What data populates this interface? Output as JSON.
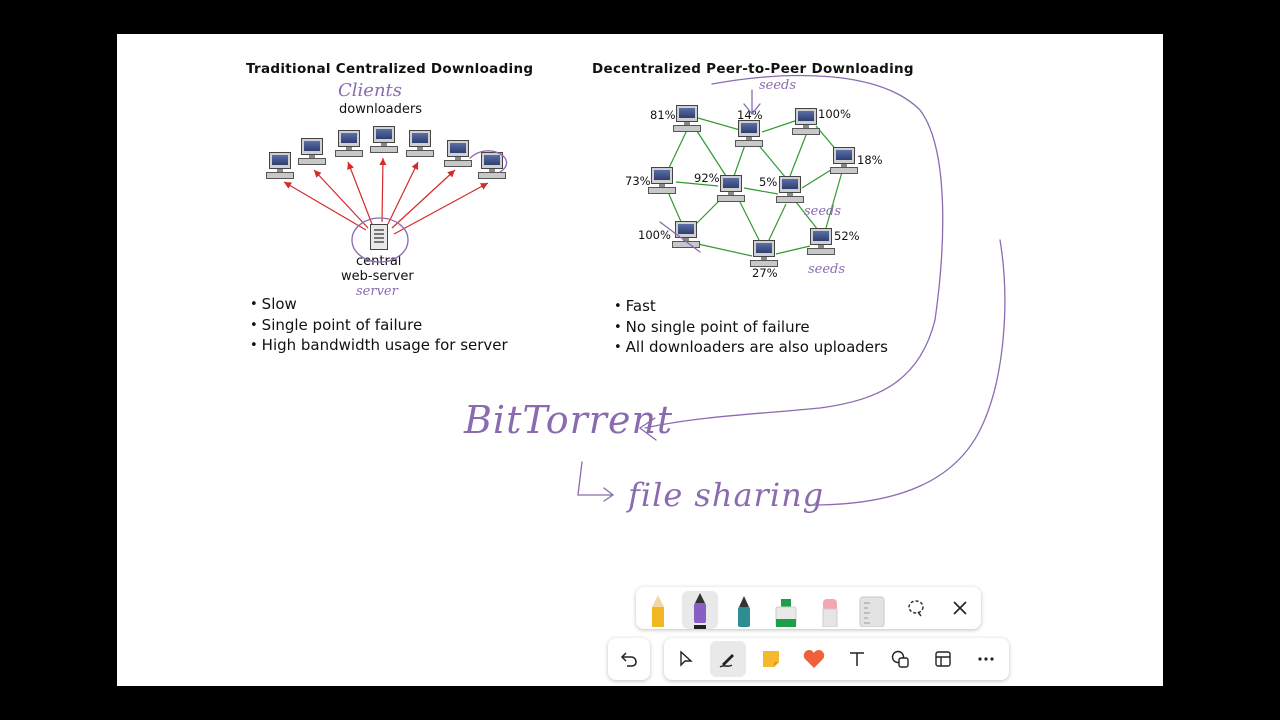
{
  "left_panel": {
    "title": "Traditional Centralized Downloading",
    "downloaders_label": "downloaders",
    "server_label_line1": "central",
    "server_label_line2": "web-server",
    "bullets": [
      "Slow",
      "Single point of failure",
      "High bandwidth usage for server"
    ]
  },
  "right_panel": {
    "title": "Decentralized Peer-to-Peer Downloading",
    "percentages": [
      "81%",
      "14%",
      "100%",
      "18%",
      "73%",
      "92%",
      "5%",
      "100%",
      "27%",
      "52%"
    ],
    "bullets": [
      "Fast",
      "No single point of failure",
      "All downloaders are also uploaders"
    ]
  },
  "handwriting": {
    "clients": "Clients",
    "server": "server",
    "seeds": "seeds",
    "bittorrent": "BitTorrent",
    "file_sharing": "file sharing",
    "color": "#8a6bb0"
  },
  "pen_toolbar": {
    "tools": [
      "pencil-yellow",
      "pen-purple",
      "pen-teal",
      "highlighter-green",
      "eraser-pink",
      "ruler"
    ],
    "active": "pen-purple"
  },
  "bottom_toolbar": {
    "tools": [
      "undo",
      "select",
      "draw",
      "sticky-note",
      "reaction",
      "text",
      "shapes",
      "template",
      "more"
    ],
    "active": "draw"
  },
  "colors": {
    "edge_red": "#d42a2a",
    "edge_green": "#2f9a2f",
    "background": "#000000",
    "canvas": "#ffffff"
  }
}
